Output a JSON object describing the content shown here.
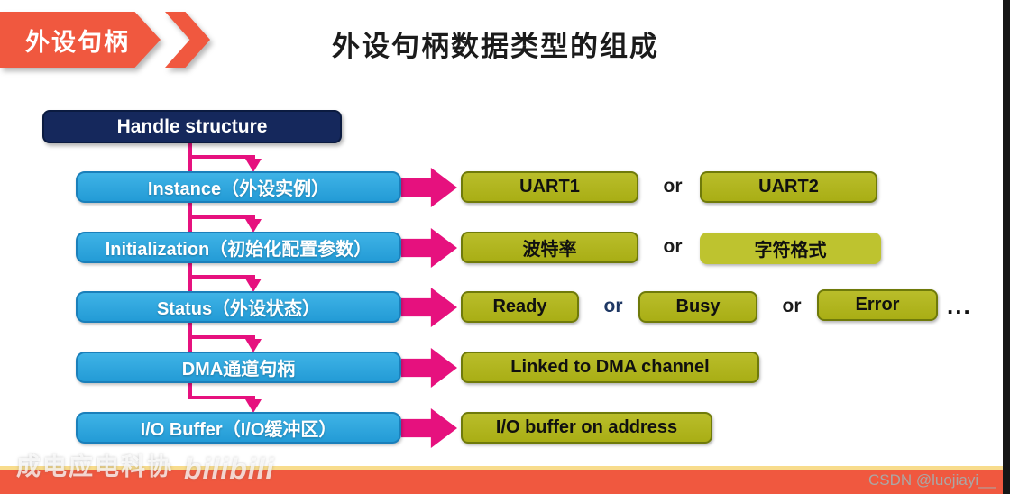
{
  "header": {
    "ribbon_label": "外设句柄",
    "title": "外设句柄数据类型的组成"
  },
  "diagram": {
    "root": "Handle structure",
    "rows": [
      {
        "field": "Instance（外设实例）",
        "opt1": "UART1",
        "or1": "or",
        "opt2": "UART2"
      },
      {
        "field": "Initialization（初始化配置参数）",
        "opt1": "波特率",
        "or1": "or",
        "opt2": "字符格式"
      },
      {
        "field": "Status（外设状态）",
        "opt1": "Ready",
        "or1": "or",
        "opt2": "Busy",
        "or2": "or",
        "opt3": "Error",
        "ellipsis": "..."
      },
      {
        "field": "DMA通道句柄",
        "opt1": "Linked to DMA channel"
      },
      {
        "field": "I/O Buffer（I/O缓冲区）",
        "opt1": "I/O buffer on address"
      }
    ]
  },
  "footer": {
    "watermark_text": "成电应电科协",
    "watermark_logo": "bilibili",
    "credit": "CSDN @luojiayi__"
  },
  "colors": {
    "ribbon_orange": "#F0583F",
    "box_blue": "#2CA6DE",
    "box_navy": "#15285C",
    "box_olive": "#B2B71F",
    "arrow_magenta": "#E6117E",
    "footer_bar_red": "#F0583F",
    "footer_line_yellow": "#F8DC8C",
    "or_navy": "#1F3864"
  }
}
